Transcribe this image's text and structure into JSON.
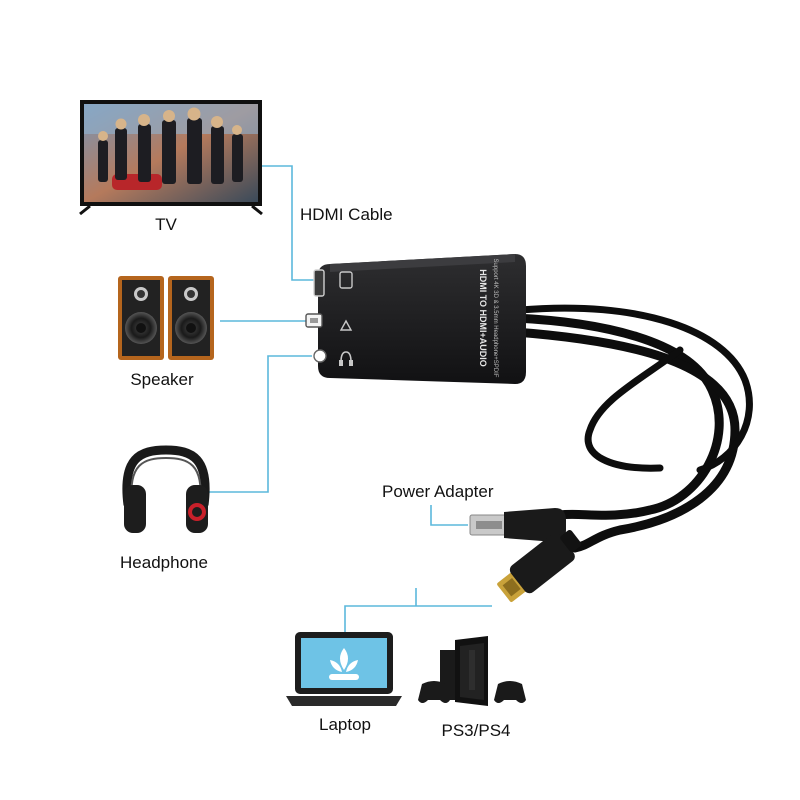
{
  "labels": {
    "tv": "TV",
    "hdmi_cable": "HDMI Cable",
    "speaker": "Speaker",
    "headphone": "Headphone",
    "power_adapter": "Power Adapter",
    "laptop": "Laptop",
    "ps": "PS3/PS4"
  },
  "adapter": {
    "title": "HDMI TO HDMI+AUDIO",
    "subtitle": "Support 4K 3D & 3.5mm Headphone+SPDIF"
  },
  "colors": {
    "connector_line": "#5bb8dc",
    "device_body": "#1c1c1e",
    "cable": "#0d0d0d",
    "speaker_wood": "#b5651d",
    "gold": "#c9a23a",
    "laptop_screen": "#6ec3e6"
  }
}
